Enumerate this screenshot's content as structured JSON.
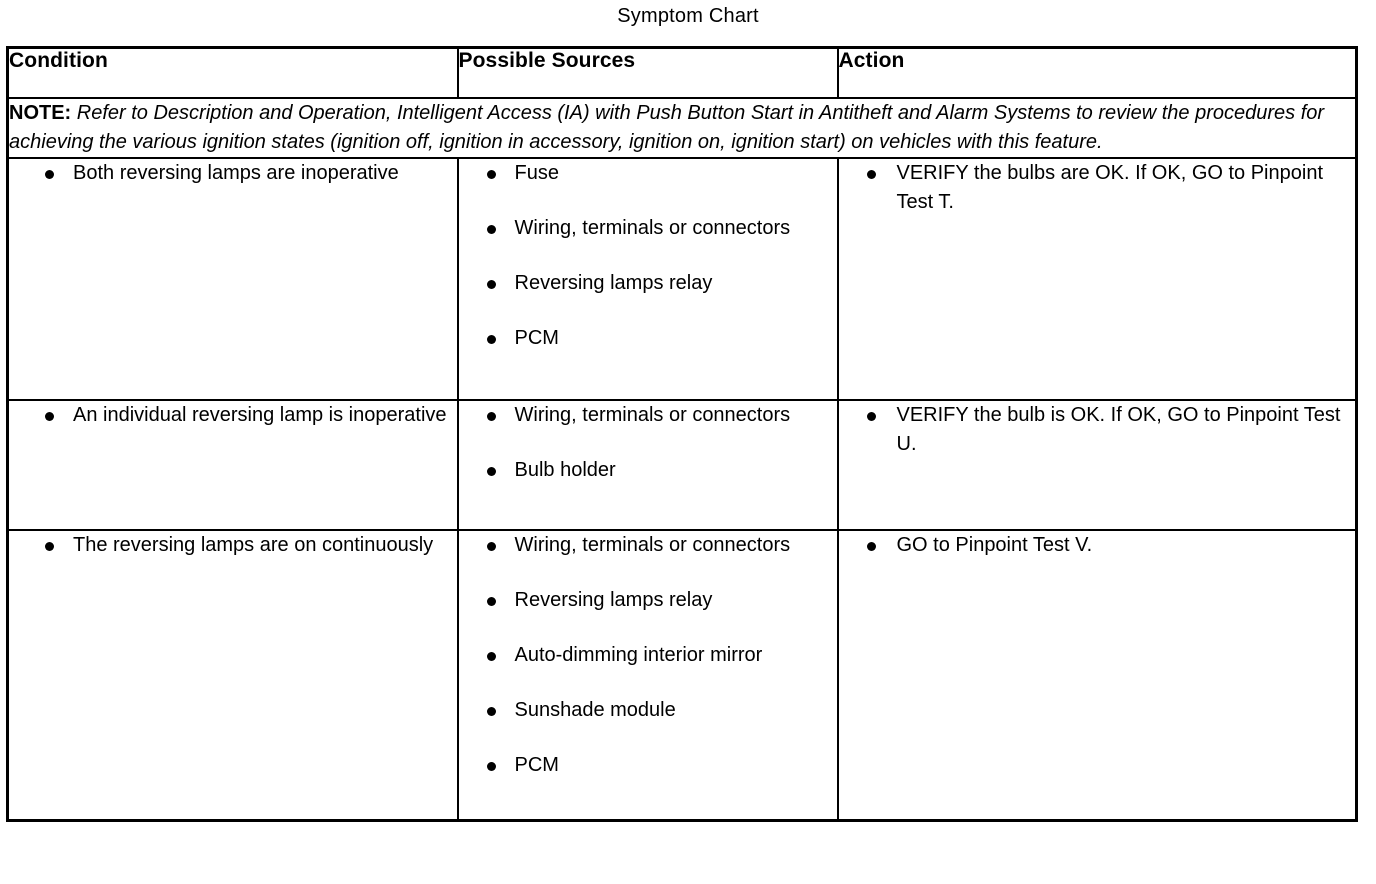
{
  "title": "Symptom Chart",
  "table": {
    "headers": [
      "Condition",
      "Possible Sources",
      "Action"
    ],
    "note": {
      "label": "NOTE:",
      "text": "Refer to Description and Operation, Intelligent Access (IA) with Push Button Start in Antitheft and Alarm Systems to review the procedures for achieving the various ignition states (ignition off, ignition in accessory, ignition on, ignition start) on vehicles with this feature."
    },
    "rows": [
      {
        "condition": [
          "Both reversing lamps are inoperative"
        ],
        "sources": [
          "Fuse",
          "Wiring, terminals or connectors",
          "Reversing lamps relay",
          "PCM"
        ],
        "action": [
          "VERIFY the bulbs are OK. If OK, GO to Pinpoint Test T."
        ]
      },
      {
        "condition": [
          "An individual reversing lamp is inoperative"
        ],
        "sources": [
          "Wiring, terminals or connectors",
          "Bulb holder"
        ],
        "action": [
          "VERIFY the bulb is OK. If OK, GO to Pinpoint Test U."
        ]
      },
      {
        "condition": [
          "The reversing lamps are on continuously"
        ],
        "sources": [
          "Wiring, terminals or connectors",
          "Reversing lamps relay",
          "Auto-dimming interior mirror",
          "Sunshade module",
          "PCM"
        ],
        "action": [
          "GO to Pinpoint Test V."
        ]
      }
    ]
  },
  "colors": {
    "text": "#000000",
    "background": "#ffffff",
    "border": "#000000"
  }
}
